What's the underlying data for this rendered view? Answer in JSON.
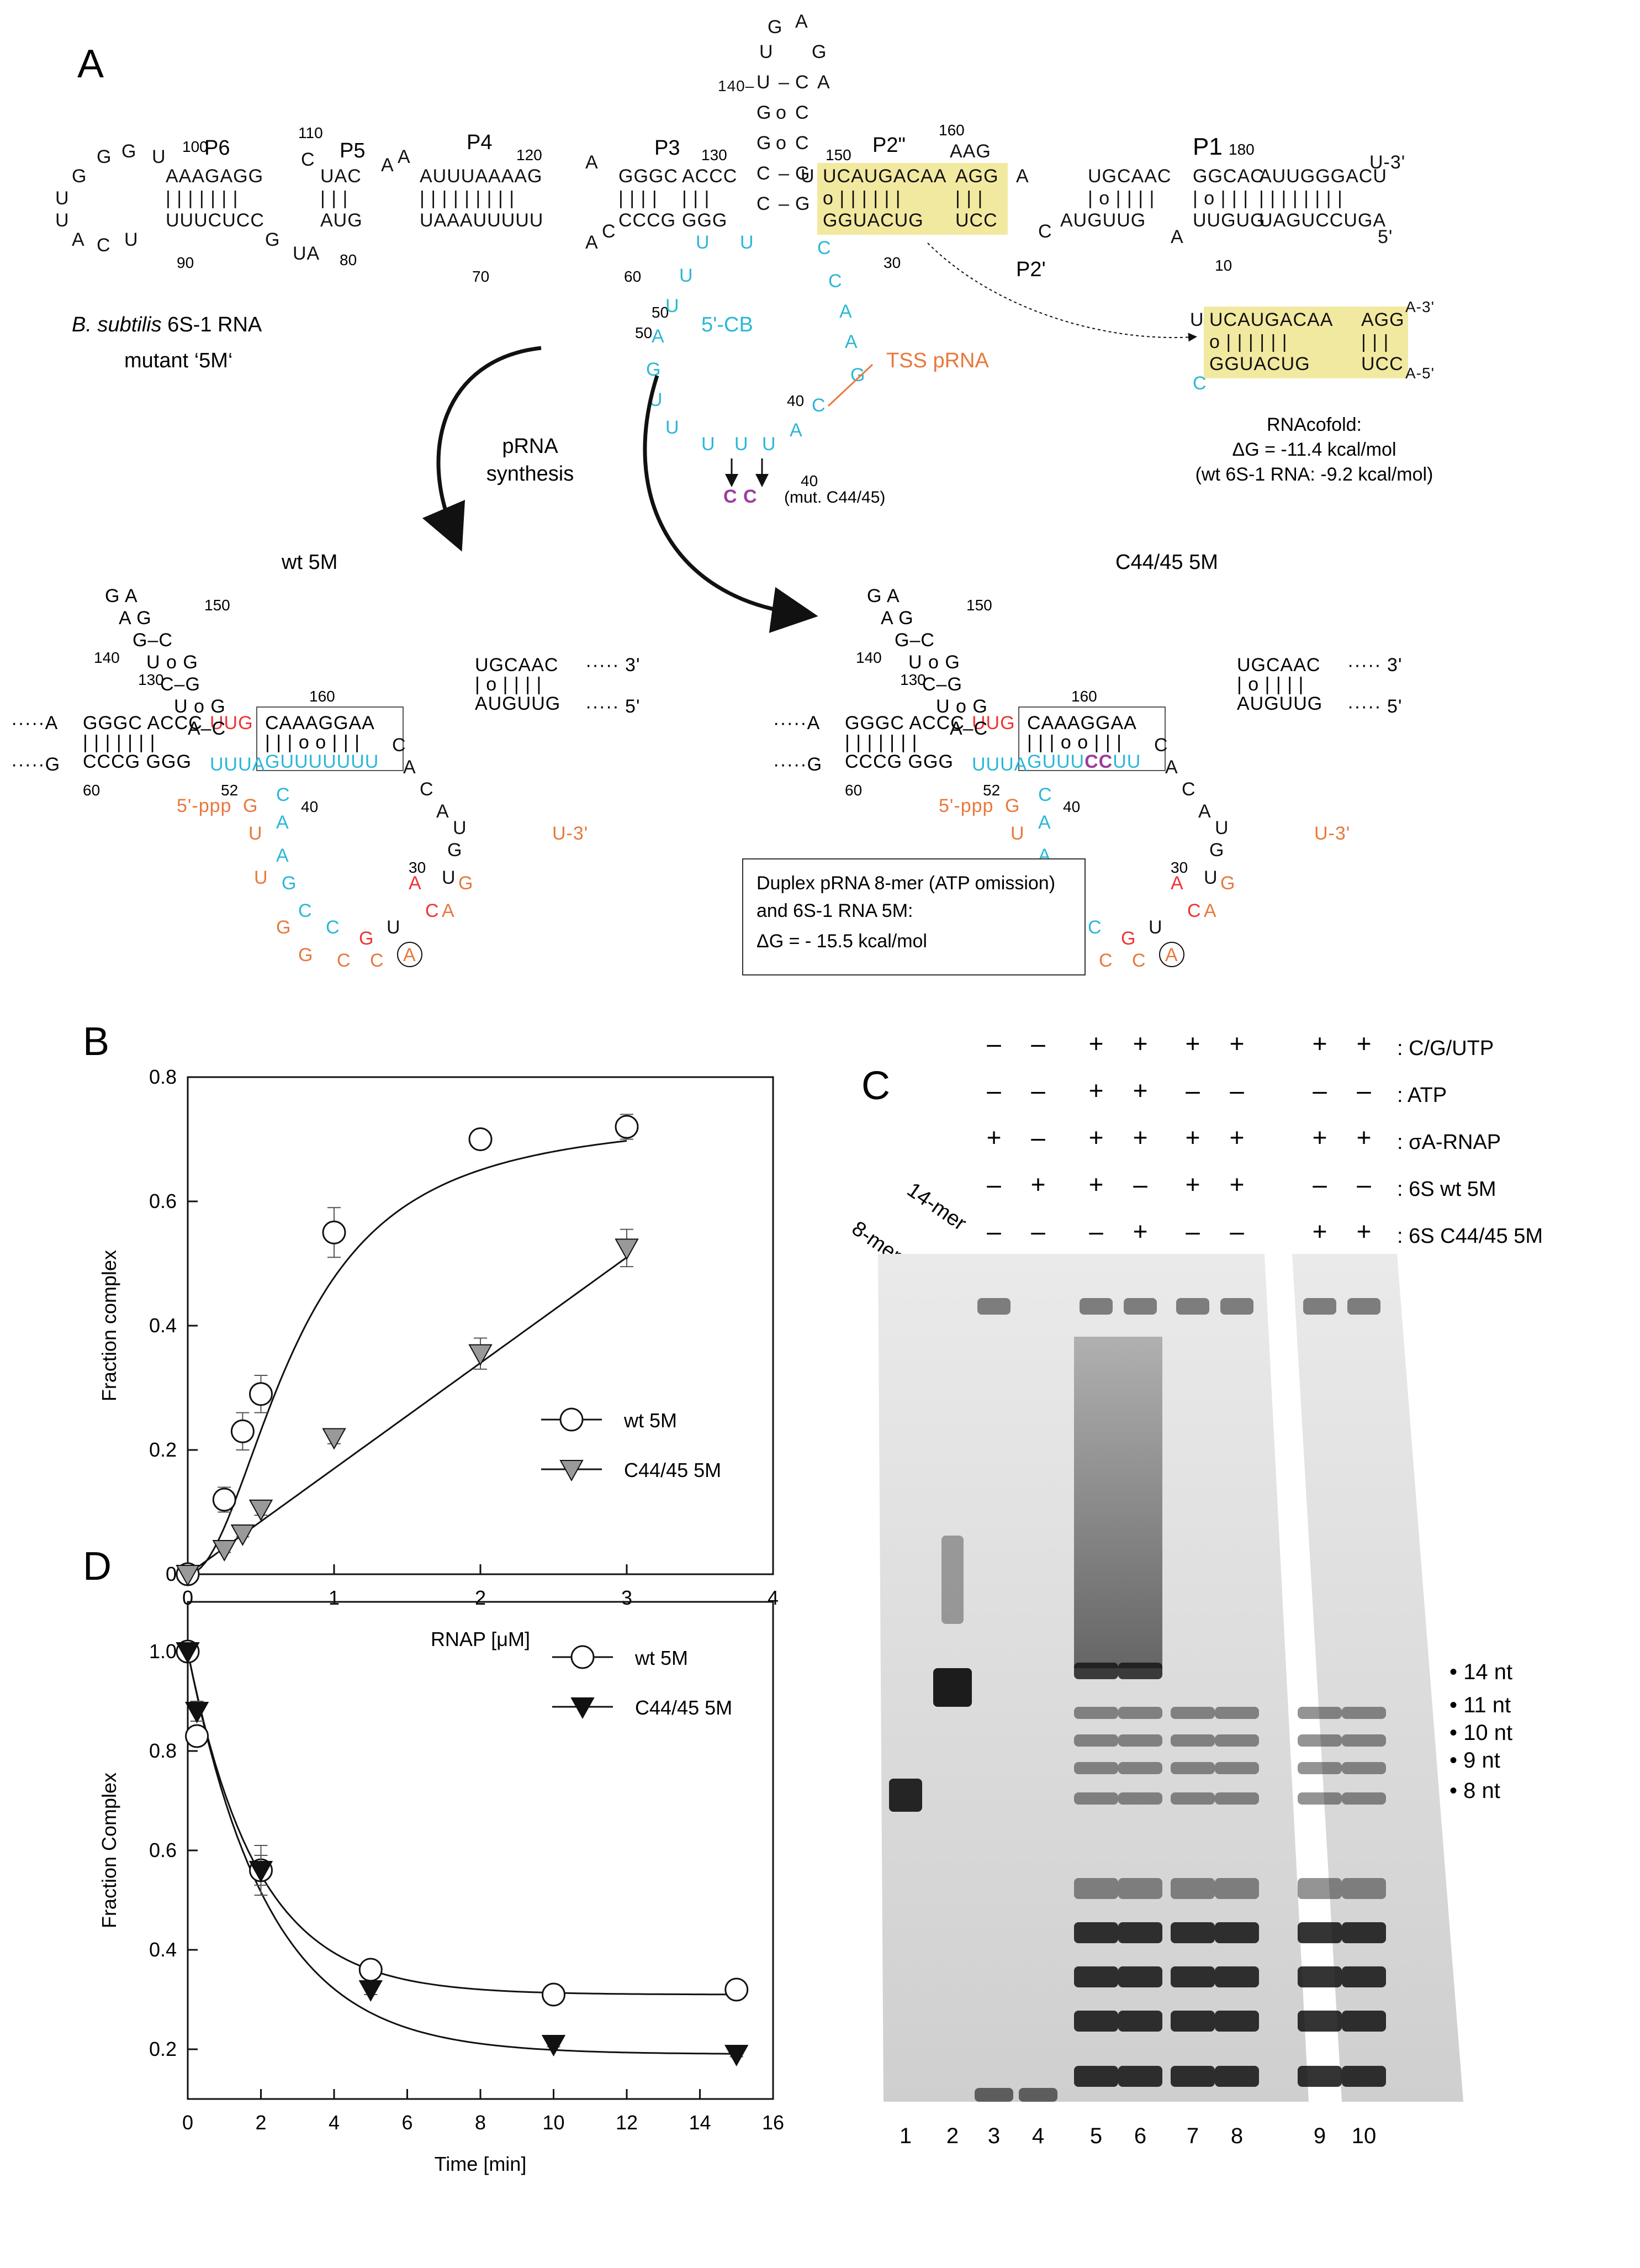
{
  "panels": {
    "a": "A",
    "b": "B",
    "c": "C",
    "d": "D"
  },
  "panel_a": {
    "organism_italic": "B. subtilis",
    "rna_name": " 6S-1 RNA",
    "mutant": "mutant ‘5M‘",
    "helix_labels": [
      "P6",
      "P5",
      "P4",
      "P3",
      "P2\"",
      "P1",
      "P2'"
    ],
    "num_labels": [
      "100",
      "110",
      "120",
      "130",
      "140",
      "150",
      "160",
      "180",
      "90",
      "80",
      "70",
      "60",
      "50",
      "40",
      "30",
      "10"
    ],
    "top_seq": "AAAGAGG",
    "top_seq2": "UAC",
    "top_seq3": "AUUUAAAAG",
    "top_seq4": "GGGC",
    "top_seq5": "ACCC",
    "top_seq6": "UGCAAC",
    "top_seq7": "GGCAC",
    "top_seq8": "AUUGGGACU",
    "bot_seq": "UUUCUCC",
    "bot_seq2": "AUG",
    "bot_seq3": "UAAAUUUUU",
    "bot_seq4": "CCCG",
    "bot_seq5": "GGG",
    "bot_seq6": "AUGUUG",
    "bot_seq7": "UUGUG",
    "bot_seq8": "UAGUCCUGA",
    "box_top": "UCAUGACAA",
    "box_bot": "GGUACUG",
    "box_top2": "AGG",
    "box_bot2": "UCC",
    "cb_label": "5'-CB",
    "tss_label": "TSS pRNA",
    "mut_label": "(mut. C44/45)",
    "mut_cc": "C C",
    "three_prime": "U-3'",
    "five_prime": "5'",
    "arrow_label_1": "pRNA",
    "arrow_label_2": "synthesis",
    "cofold_title": "RNAcofold:",
    "cofold_dg": "ΔG = -11.4 kcal/mol",
    "cofold_wt": "(wt 6S-1 RNA: -9.2 kcal/mol)",
    "cofold_top": "UCAUGACAA",
    "cofold_top2": "AGG",
    "cofold_bot": "GGUACUG",
    "cofold_bot2": "UCC",
    "cofold_a3": "A-3'",
    "cofold_a5": "A-5'"
  },
  "struct_wt": {
    "title": "wt 5M",
    "box_top": "CAAAGGAA",
    "box_bot": "GUUUUUUU",
    "left_top": "GGGC",
    "left_bot": "CCCG",
    "right_top": "UGCAAC",
    "right_bot": "AUGUUG",
    "prime3": "3'",
    "prime5": "5'",
    "ppp": "5'-ppp",
    "u3": "U-3'",
    "nums": [
      "150",
      "140",
      "130",
      "160",
      "60",
      "52",
      "40",
      "30"
    ]
  },
  "struct_mut": {
    "title": "C44/45 5M",
    "box_top": "CAAAGGAA",
    "box_bot_a": "GUUU",
    "box_bot_b": "CC",
    "box_bot_c": "UU",
    "nums": [
      "150",
      "140",
      "130",
      "160",
      "60",
      "52",
      "40",
      "30"
    ]
  },
  "duplex_box": {
    "line1": "Duplex pRNA 8-mer (ATP omission)",
    "line2": "and 6S-1 RNA 5M:",
    "line3": "ΔG = - 15.5 kcal/mol"
  },
  "panel_c": {
    "row_labels": [
      ": C/G/UTP",
      ": ATP",
      ": σA-RNAP",
      ": 6S wt 5M",
      ": 6S C44/45 5M"
    ],
    "markers": [
      "8-mer",
      "14-mer"
    ],
    "lanes": [
      "1",
      "2",
      "3",
      "4",
      "5",
      "6",
      "7",
      "8",
      "9",
      "10"
    ],
    "bands": [
      "• 14 nt",
      "• 11 nt",
      "• 10 nt",
      "• 9 nt",
      "• 8 nt"
    ],
    "grid": [
      [
        "",
        "",
        "–",
        "–",
        "+",
        "+",
        "+",
        "+",
        "+",
        "+"
      ],
      [
        "",
        "",
        "–",
        "–",
        "+",
        "+",
        "–",
        "–",
        "–",
        "–"
      ],
      [
        "",
        "",
        "+",
        "–",
        "+",
        "+",
        "+",
        "+",
        "+",
        "+"
      ],
      [
        "",
        "",
        "–",
        "+",
        "+",
        "–",
        "+",
        "+",
        "–",
        "–"
      ],
      [
        "",
        "",
        "–",
        "–",
        "–",
        "+",
        "–",
        "–",
        "+",
        "+"
      ]
    ]
  },
  "chart_data": [
    {
      "type": "scatter",
      "title": "",
      "xlabel": "RNAP [μM]",
      "ylabel": "Fraction complex",
      "xlim": [
        0,
        4
      ],
      "ylim": [
        0,
        0.8
      ],
      "xticks": [
        "0",
        "1",
        "2",
        "3",
        "4"
      ],
      "yticks": [
        "0",
        "0.2",
        "0.4",
        "0.6",
        "0.8"
      ],
      "legend": "center-right",
      "series": [
        {
          "name": "wt 5M",
          "marker": "open-circle",
          "x": [
            0,
            0.25,
            0.375,
            0.5,
            1,
            2,
            3
          ],
          "y": [
            0,
            0.12,
            0.23,
            0.29,
            0.55,
            0.7,
            0.72
          ],
          "err": [
            0,
            0.02,
            0.03,
            0.03,
            0.04,
            0.015,
            0.02
          ]
        },
        {
          "name": "C44/45 5M",
          "marker": "grey-triangle",
          "x": [
            0,
            0.25,
            0.375,
            0.5,
            1,
            2,
            3
          ],
          "y": [
            0,
            0.04,
            0.065,
            0.105,
            0.22,
            0.355,
            0.525
          ],
          "err": [
            0,
            0.005,
            0.005,
            0.01,
            0.01,
            0.025,
            0.03
          ]
        }
      ]
    },
    {
      "type": "scatter",
      "title": "",
      "xlabel": "Time [min]",
      "ylabel": "Fraction Complex",
      "xlim": [
        0,
        16
      ],
      "ylim": [
        0.1,
        1.1
      ],
      "xticks": [
        "0",
        "2",
        "4",
        "6",
        "8",
        "10",
        "12",
        "14",
        "16"
      ],
      "yticks": [
        "0.2",
        "0.4",
        "0.6",
        "0.8",
        "1.0"
      ],
      "legend": "top-right",
      "series": [
        {
          "name": "wt 5M",
          "marker": "open-circle",
          "x": [
            0,
            0.25,
            2,
            5,
            10,
            15
          ],
          "y": [
            1.0,
            0.83,
            0.56,
            0.36,
            0.31,
            0.32
          ],
          "err": [
            0,
            0,
            0.03,
            0,
            0,
            0
          ]
        },
        {
          "name": "C44/45 5M",
          "marker": "black-triangle",
          "x": [
            0,
            0.25,
            2,
            5,
            10,
            15
          ],
          "y": [
            1.0,
            0.88,
            0.56,
            0.32,
            0.21,
            0.19
          ],
          "err": [
            0,
            0.02,
            0.05,
            0.01,
            0.005,
            0.005
          ]
        }
      ]
    }
  ]
}
